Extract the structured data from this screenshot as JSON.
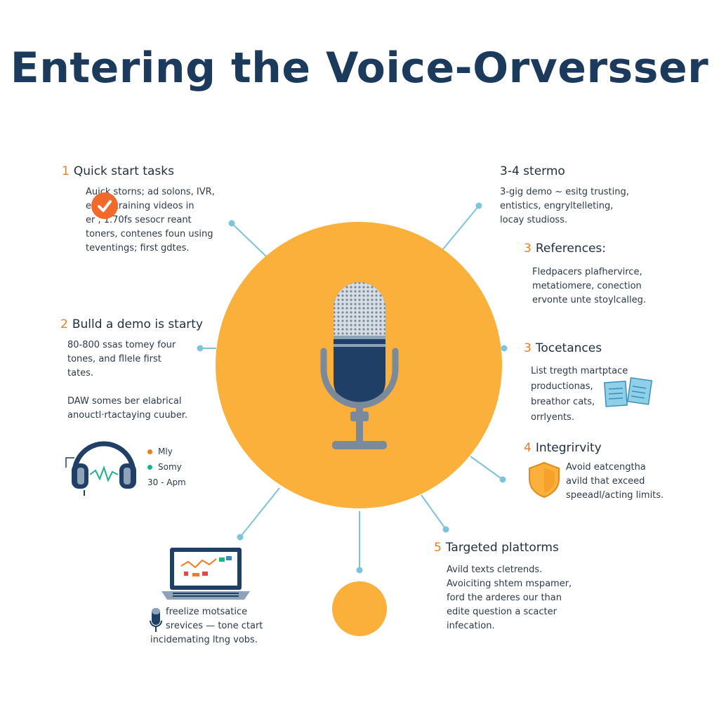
{
  "title": "Entering the Voice-Orversser",
  "sections": [
    {
      "num": "1",
      "heading": "Quick start tasks",
      "lines": [
        "Auick storns; ad solons, IVR,",
        "e      ~ tr training videos in",
        "er     , 1.70fs sesocr reant",
        "toners, contenes foun using",
        "teventings; first gdtes."
      ]
    },
    {
      "num": "",
      "heading": "3-4 stermo",
      "lines": [
        "3-gig demo ~ esitg trusting,",
        "entistics, engryltelleting,",
        "locay studioss."
      ]
    },
    {
      "num": "3",
      "heading": "References:",
      "lines": [
        "Fledpacers plafhervirce,",
        "metatiomere, conection",
        "ervonte unte stoylcalleg."
      ]
    },
    {
      "num": "2",
      "heading": "Bulld a demo is starty",
      "lines": [
        "80-800 ssas tomey four",
        "tones, and fllele first",
        "tates."
      ]
    },
    {
      "num": "",
      "heading": "",
      "lines": [
        "DAW somes ber elabrical",
        "anouctl·rtactaying cuuber."
      ]
    },
    {
      "num": "3",
      "heading": "Tocetances",
      "lines": [
        "List tregth martptace",
        "productionas,",
        "breathor cats,",
        "orrlyents."
      ]
    },
    {
      "num": "4",
      "heading": "Integrirvity",
      "lines": [
        "Avoid eatcengtha",
        "avild that exceed",
        "speeadl/acting limits."
      ]
    },
    {
      "num": "5",
      "heading": "Targeted plattorms",
      "lines": [
        "Avild texts cletrends.",
        "Avoiciting shtem mspamer,",
        "ford the arderes our than",
        "edite question a scacter",
        "infecation."
      ]
    },
    {
      "num": "",
      "heading": "",
      "lines": [
        "freelize motsatice",
        "srevices — tone ctart",
        "incidemating ltng vobs."
      ]
    }
  ],
  "legend": [
    {
      "label": "Mly",
      "color": "#f07c22"
    },
    {
      "label": "Somy",
      "color": "#1bb38a"
    },
    {
      "label": "30 - Apm",
      "color": ""
    }
  ],
  "icons": {
    "center": "microphone-icon",
    "check": "check-icon",
    "headphones": "headphones-icon",
    "notes": "notes-icon",
    "shield": "shield-icon",
    "laptop": "laptop-icon",
    "small_mic": "microphone-icon"
  },
  "colors": {
    "title": "#1b3a5c",
    "circle": "#fbb03b",
    "accent_number": "#f07c22",
    "connector": "#7ec3dc",
    "mic_body": "#1f3f67",
    "check": "#f26a2a"
  }
}
